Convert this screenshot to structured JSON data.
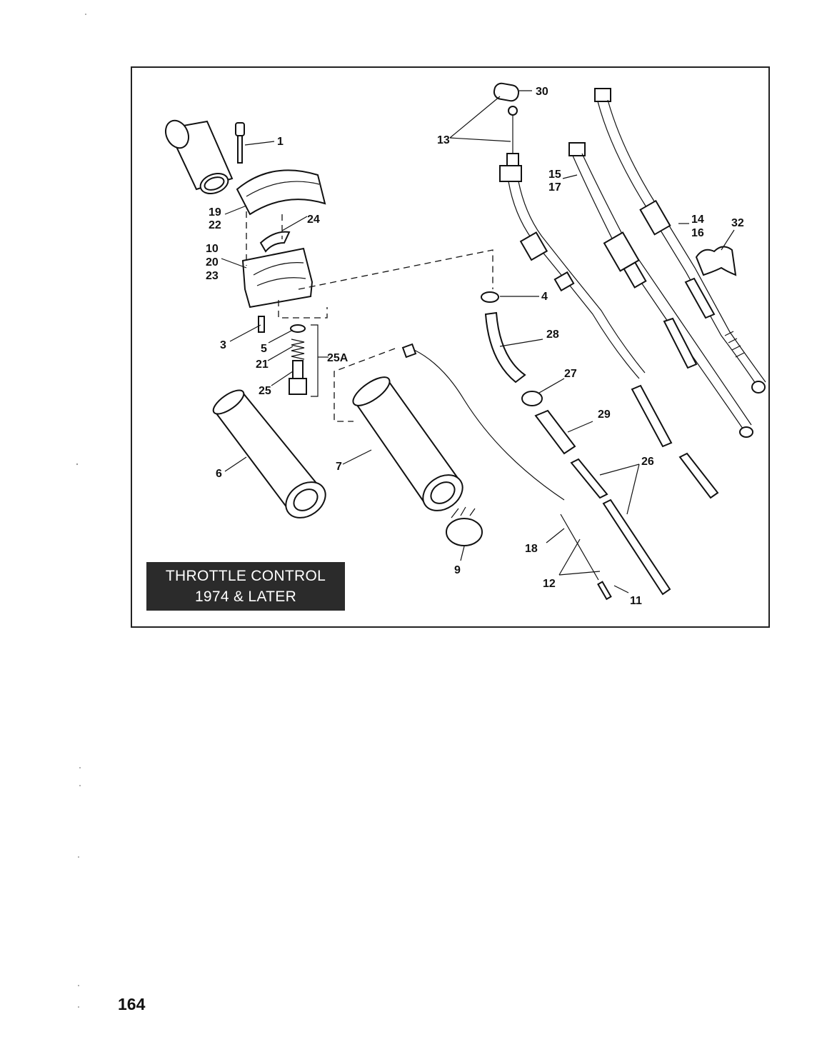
{
  "diagram": {
    "title_lines": [
      "THROTTLE CONTROL",
      "1974 & LATER"
    ],
    "callouts": {
      "c1": "1",
      "c19_22": [
        "19",
        "22"
      ],
      "c24": "24",
      "c10_20_23": [
        "10",
        "20",
        "23"
      ],
      "c3": "3",
      "c5": "5",
      "c21": "21",
      "c25": "25",
      "c25A": "25A",
      "c6": "6",
      "c7": "7",
      "c9": "9",
      "c13": "13",
      "c30": "30",
      "c15_17": [
        "15",
        "17"
      ],
      "c14_16": [
        "14",
        "16"
      ],
      "c32": "32",
      "c4": "4",
      "c28": "28",
      "c27": "27",
      "c29": "29",
      "c26": "26",
      "c18": "18",
      "c12": "12",
      "c11": "11"
    }
  },
  "page": {
    "number": "164"
  }
}
